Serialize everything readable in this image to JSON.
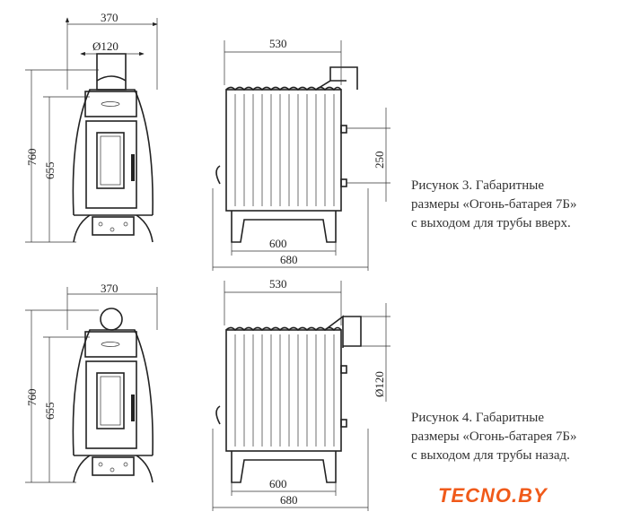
{
  "figures": [
    {
      "dims": {
        "front_width": "370",
        "pipe_diameter": "Ø120",
        "total_height": "760",
        "body_height": "655",
        "top_width": "530",
        "side_bolt_spacing": "250",
        "base_width": "600",
        "total_depth": "680"
      },
      "caption": [
        "Рисунок 3.  Габаритные",
        "размеры «Огонь-батарея 7Б»",
        "с выходом для трубы вверх."
      ]
    },
    {
      "dims": {
        "front_width": "370",
        "total_height": "760",
        "body_height": "655",
        "top_width": "530",
        "pipe_diameter": "Ø120",
        "base_width": "600",
        "total_depth": "680"
      },
      "caption": [
        "Рисунок 4.  Габаритные",
        "размеры «Огонь-батарея 7Б»",
        "с выходом для трубы назад."
      ]
    }
  ],
  "logo": {
    "text": "TECNO.BY",
    "color": "#f05a1a"
  }
}
